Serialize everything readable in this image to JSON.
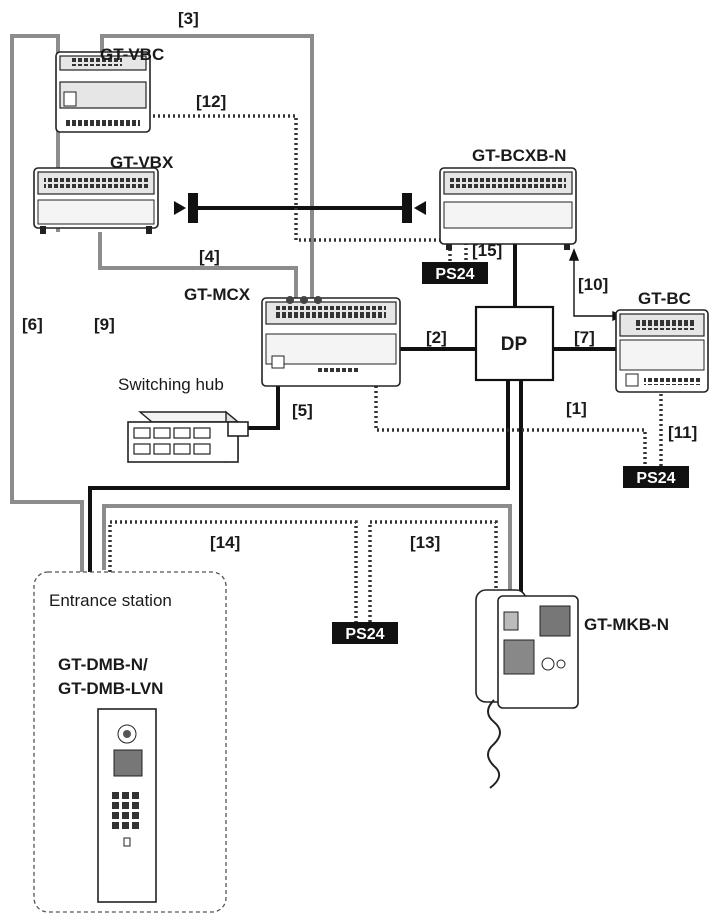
{
  "devices": {
    "vbc": "GT-VBC",
    "vbx": "GT-VBX",
    "bcxb": "GT-BCXB-N",
    "mcx": "GT-MCX",
    "bc": "GT-BC",
    "mkb": "GT-MKB-N",
    "dmb": "GT-DMB-N/",
    "dmb2": "GT-DMB-LVN",
    "dp": "DP"
  },
  "labels": {
    "switching_hub": "Switching hub",
    "entrance_station": "Entrance station"
  },
  "power_supply": {
    "ps_a": "PS24",
    "ps_b": "PS24",
    "ps_c": "PS24"
  },
  "wires": {
    "w1": "[1]",
    "w2": "[2]",
    "w3": "[3]",
    "w4": "[4]",
    "w5": "[5]",
    "w6": "[6]",
    "w7": "[7]",
    "w9": "[9]",
    "w10": "[10]",
    "w11": "[11]",
    "w12": "[12]",
    "w13": "[13]",
    "w14": "[14]",
    "w15": "[15]"
  }
}
